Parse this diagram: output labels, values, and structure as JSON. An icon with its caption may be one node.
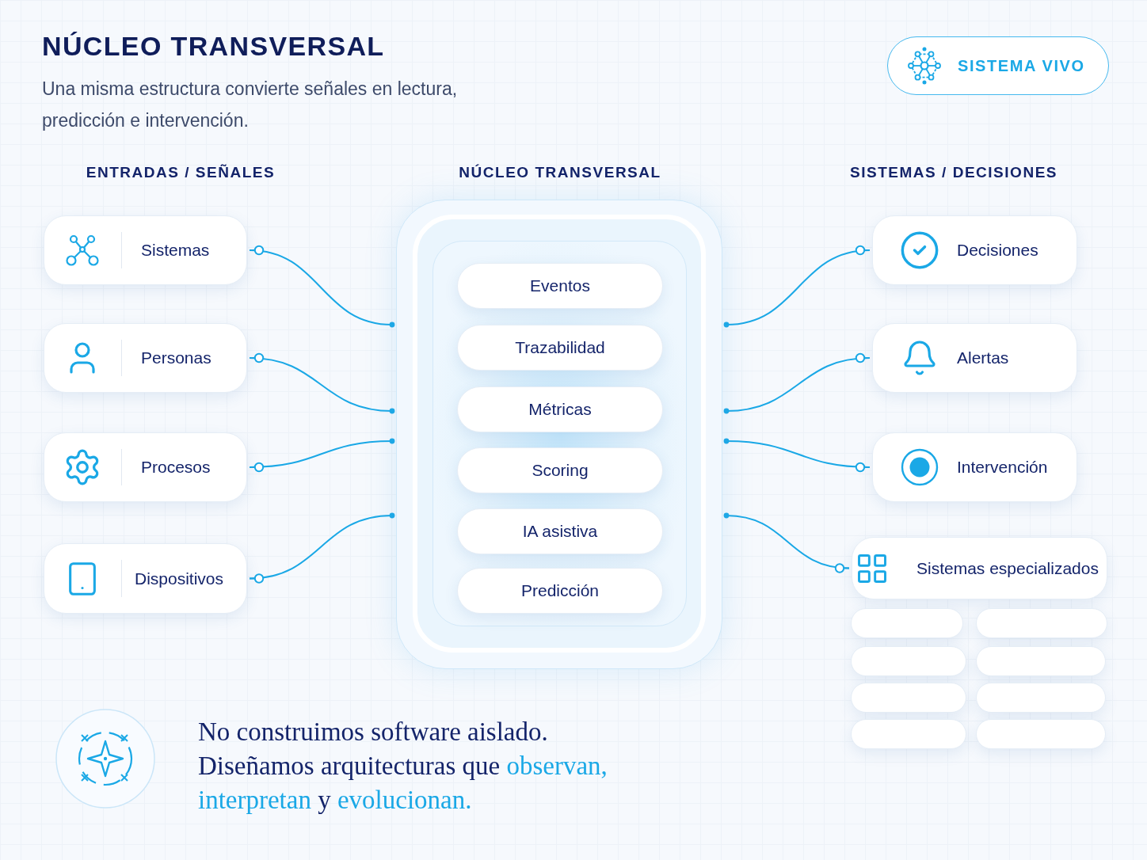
{
  "diagram": {
    "title": "NÚCLEO TRANSVERSAL",
    "nodes": [
      {
        "text": [
          "SISTEMA VIVO"
        ]
      },
      {
        "text": [
          "Sistemas"
        ]
      },
      {
        "text": [
          "Personas"
        ]
      },
      {
        "text": [
          "Procesos"
        ]
      },
      {
        "text": [
          "Dispositivos"
        ]
      },
      {
        "text": [],
        "shape": "box"
      },
      {
        "text": [
          "Eventos"
        ],
        "in": 5
      },
      {
        "text": [
          "Trazabilidad"
        ],
        "in": 5
      },
      {
        "text": [
          "Métricas"
        ],
        "in": 5
      },
      {
        "text": [
          "Scoring"
        ],
        "in": 5
      },
      {
        "text": [
          "IA asistiva"
        ],
        "in": 5
      },
      {
        "text": [
          "Predicción"
        ],
        "in": 5
      },
      {
        "text": [
          "Decisiones"
        ]
      },
      {
        "text": [
          "Alertas"
        ]
      },
      {
        "text": [
          "Intervención"
        ]
      },
      {
        "text": [
          "Sistemas especializados"
        ]
      },
      {
        "text": [],
        "shape": "box"
      },
      {
        "text": [],
        "shape": "box"
      },
      {
        "text": [],
        "shape": "box"
      },
      {
        "text": [],
        "shape": "box"
      },
      {
        "text": [],
        "shape": "box"
      },
      {
        "text": [],
        "shape": "box"
      },
      {
        "text": [],
        "shape": "box"
      },
      {
        "text": [],
        "shape": "box"
      }
    ],
    "edges": [
      {
        "from": 5,
        "to": 1,
        "arrow": "other"
      },
      {
        "from": 5,
        "to": 2,
        "arrow": "other"
      },
      {
        "from": 5,
        "to": 3,
        "arrow": "other"
      },
      {
        "from": 5,
        "to": 4,
        "arrow": "other"
      },
      {
        "from": 5,
        "to": 12,
        "arrow": "other"
      },
      {
        "from": 5,
        "to": 13,
        "arrow": "other"
      },
      {
        "from": 5,
        "to": 14,
        "arrow": "other"
      },
      {
        "from": 5,
        "to": 15,
        "arrow": "other"
      }
    ],
    "labels": [
      "Una misma estructura convierte señales en lectura, predicción e intervención.",
      "ENTRADAS / SEÑALES",
      "NÚCLEO TRANSVERSAL",
      "SISTEMAS / DECISIONES",
      "No construimos software aislado.",
      "Diseñamos arquitecturas que **observan, interpretan** y **evolucionan.**"
    ]
  }
}
